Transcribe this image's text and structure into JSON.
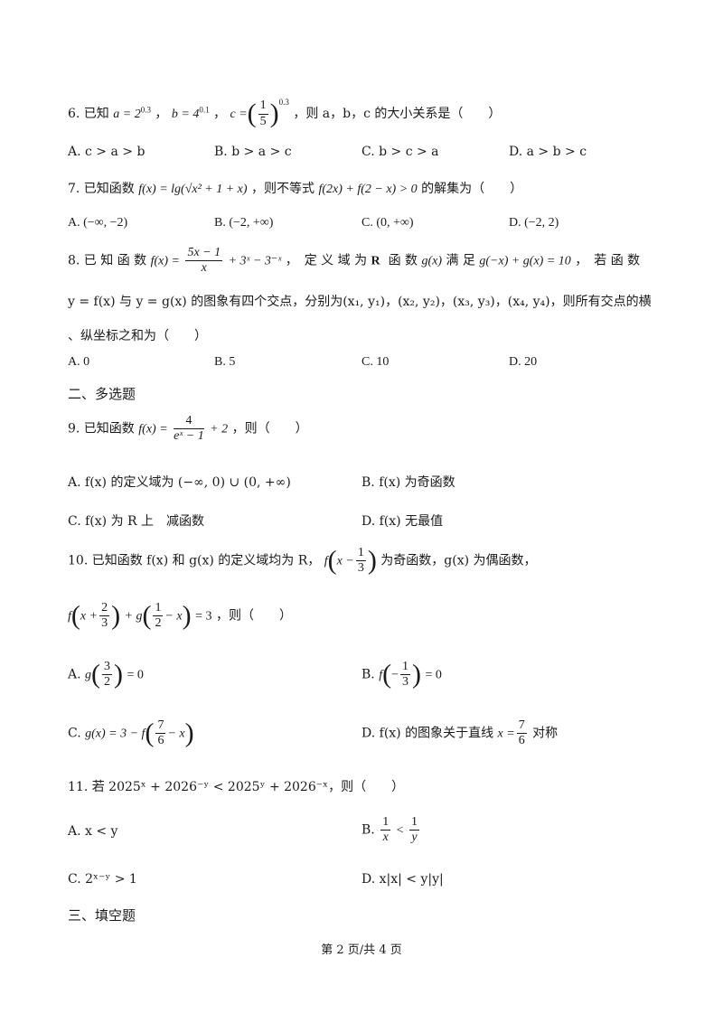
{
  "q6": {
    "prefix": "6. 已知",
    "a_def": "a = 2",
    "a_exp": "0.3",
    "b_def": "b = 4",
    "b_exp": "0.1",
    "c_def": "c =",
    "c_num": "1",
    "c_den": "5",
    "c_exp": "0.3",
    "sep1": "，",
    "sep2": "，",
    "suffix": "，则 a，b，c 的大小关系是（　　）",
    "options": [
      "A.  c > a > b",
      "B.  b > a > c",
      "C.  b > c > a",
      "D.  a > b > c"
    ]
  },
  "q7": {
    "prefix": "7. 已知函数",
    "func": "f(x) = lg(√x² + 1 + x)",
    "mid": "，则不等式",
    "ineq": "f(2x) + f(2 − x) > 0",
    "suffix": "的解集为（　　）",
    "options": [
      "A.  (−∞, −2)",
      "B.  (−2, +∞)",
      "C.  (0, +∞)",
      "D.  (−2, 2)"
    ]
  },
  "q8": {
    "prefix": "8. 已 知 函 数",
    "f_left": "f(x) =",
    "f_num": "5x − 1",
    "f_den": "x",
    "f_right": "+ 3ˣ − 3⁻ˣ",
    "domain_text": "，　定 义 域 为",
    "domain_R": "R",
    "func_text": "函 数",
    "gx": "g(x)",
    "satisfy": "满 足",
    "cond": "g(−x) + g(x) = 10",
    "tail1": "，　若 函 数",
    "line2": "y = f(x) 与 y = g(x) 的图象有四个交点，分别为(x₁, y₁)，(x₂, y₂)，(x₃, y₃)，(x₄, y₄)，则所有交点的横",
    "line3": "、纵坐标之和为（　　）",
    "options": [
      "A. 0",
      "B. 5",
      "C. 10",
      "D. 20"
    ]
  },
  "section2": "二、多选题",
  "q9": {
    "prefix": "9. 已知函数",
    "f_left": "f(x) =",
    "f_num": "4",
    "f_den": "eˣ − 1",
    "f_right": "+ 2",
    "suffix": "，则（　　）",
    "optA": "A.  f(x) 的定义域为 (−∞, 0) ∪ (0, +∞)",
    "optB": "B.  f(x) 为奇函数",
    "optC": "C.  f(x) 为 R 上　减函数",
    "optD": "D.  f(x) 无最值"
  },
  "q10": {
    "line1_prefix": "10. 已知函数 f(x) 和 g(x) 的定义域均为 R，",
    "line1_f": "f",
    "line1_arg_left": "x −",
    "line1_num": "1",
    "line1_den": "3",
    "line1_suffix": "为奇函数，g(x) 为偶函数，",
    "line2_f": "f",
    "line2_arg": "x +",
    "line2_num1": "2",
    "line2_den1": "3",
    "line2_plus_g": "+ g",
    "line2_num2": "1",
    "line2_den2": "2",
    "line2_arg2": "− x",
    "line2_eq": "= 3",
    "line2_suffix": "，则（　　）",
    "optA_label": "A.",
    "optA_g": "g",
    "optA_num": "3",
    "optA_den": "2",
    "optA_eq": "= 0",
    "optB_label": "B.",
    "optB_f": "f",
    "optB_minus": "−",
    "optB_num": "1",
    "optB_den": "3",
    "optB_eq": "= 0",
    "optC_label": "C.",
    "optC_left": "g(x) = 3 − f",
    "optC_num": "7",
    "optC_den": "6",
    "optC_arg": "− x",
    "optD_label": "D.",
    "optD_text": "f(x) 的图象关于直线",
    "optD_x": "x =",
    "optD_num": "7",
    "optD_den": "6",
    "optD_suffix": "对称"
  },
  "q11": {
    "stem": "11. 若 2025ˣ + 2026⁻ʸ < 2025ʸ + 2026⁻ˣ，则（　　）",
    "optA": "A.  x < y",
    "optB_label": "B.",
    "optB_n1": "1",
    "optB_d1": "x",
    "optB_lt": "<",
    "optB_n2": "1",
    "optB_d2": "y",
    "optC": "C.  2ˣ⁻ʸ > 1",
    "optD": "D.  x|x| < y|y|"
  },
  "section3": "三、填空题",
  "footer": "第 2 页/共 4 页"
}
